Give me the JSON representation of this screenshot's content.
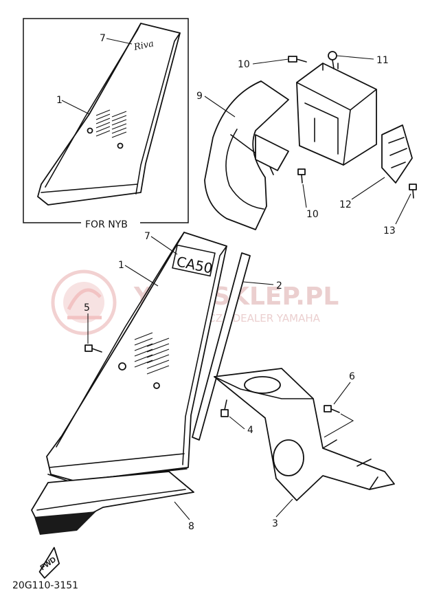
{
  "diagram": {
    "inset_label": "FOR NYB",
    "drawing_code": "20G110-3151",
    "fwd_label": "FWD",
    "cover_emblem_inset": "Riva",
    "cover_emblem_main": "CA50",
    "callouts": {
      "c1_inset": "1",
      "c7_inset": "7",
      "c9": "9",
      "c10_top": "10",
      "c11": "11",
      "c10_bottom": "10",
      "c12": "12",
      "c13": "13",
      "c7_main": "7",
      "c1_main": "1",
      "c2": "2",
      "c5": "5",
      "c6": "6",
      "c4": "4",
      "c3": "3",
      "c8": "8"
    },
    "watermark": {
      "title": "YAMASKLEP.PL",
      "subtitle": "WOJCIECHOWICZ | DEALER YAMAHA"
    }
  }
}
